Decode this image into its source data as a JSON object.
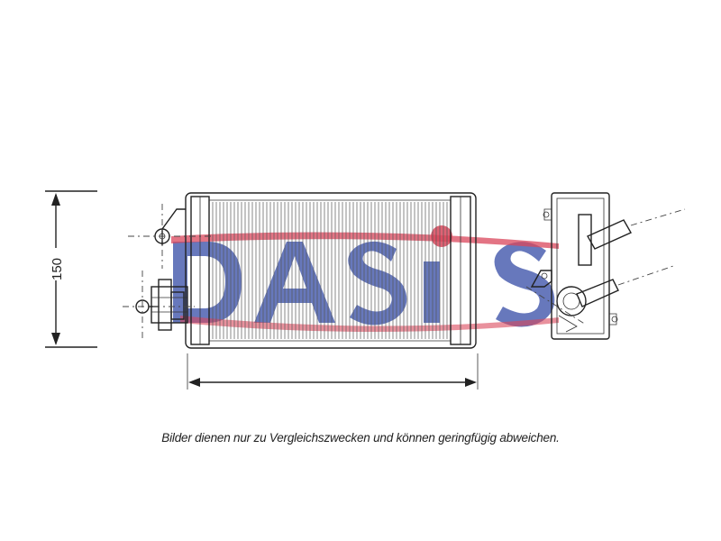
{
  "drawing": {
    "dimension_height": "150",
    "watermark": "DASIS",
    "colors": {
      "line": "#222222",
      "watermark_blue": "#2b3f9e",
      "watermark_red": "#d6334a",
      "background": "#ffffff"
    }
  },
  "caption": "Bilder dienen nur zu Vergleichszwecken und können geringfügig abweichen."
}
